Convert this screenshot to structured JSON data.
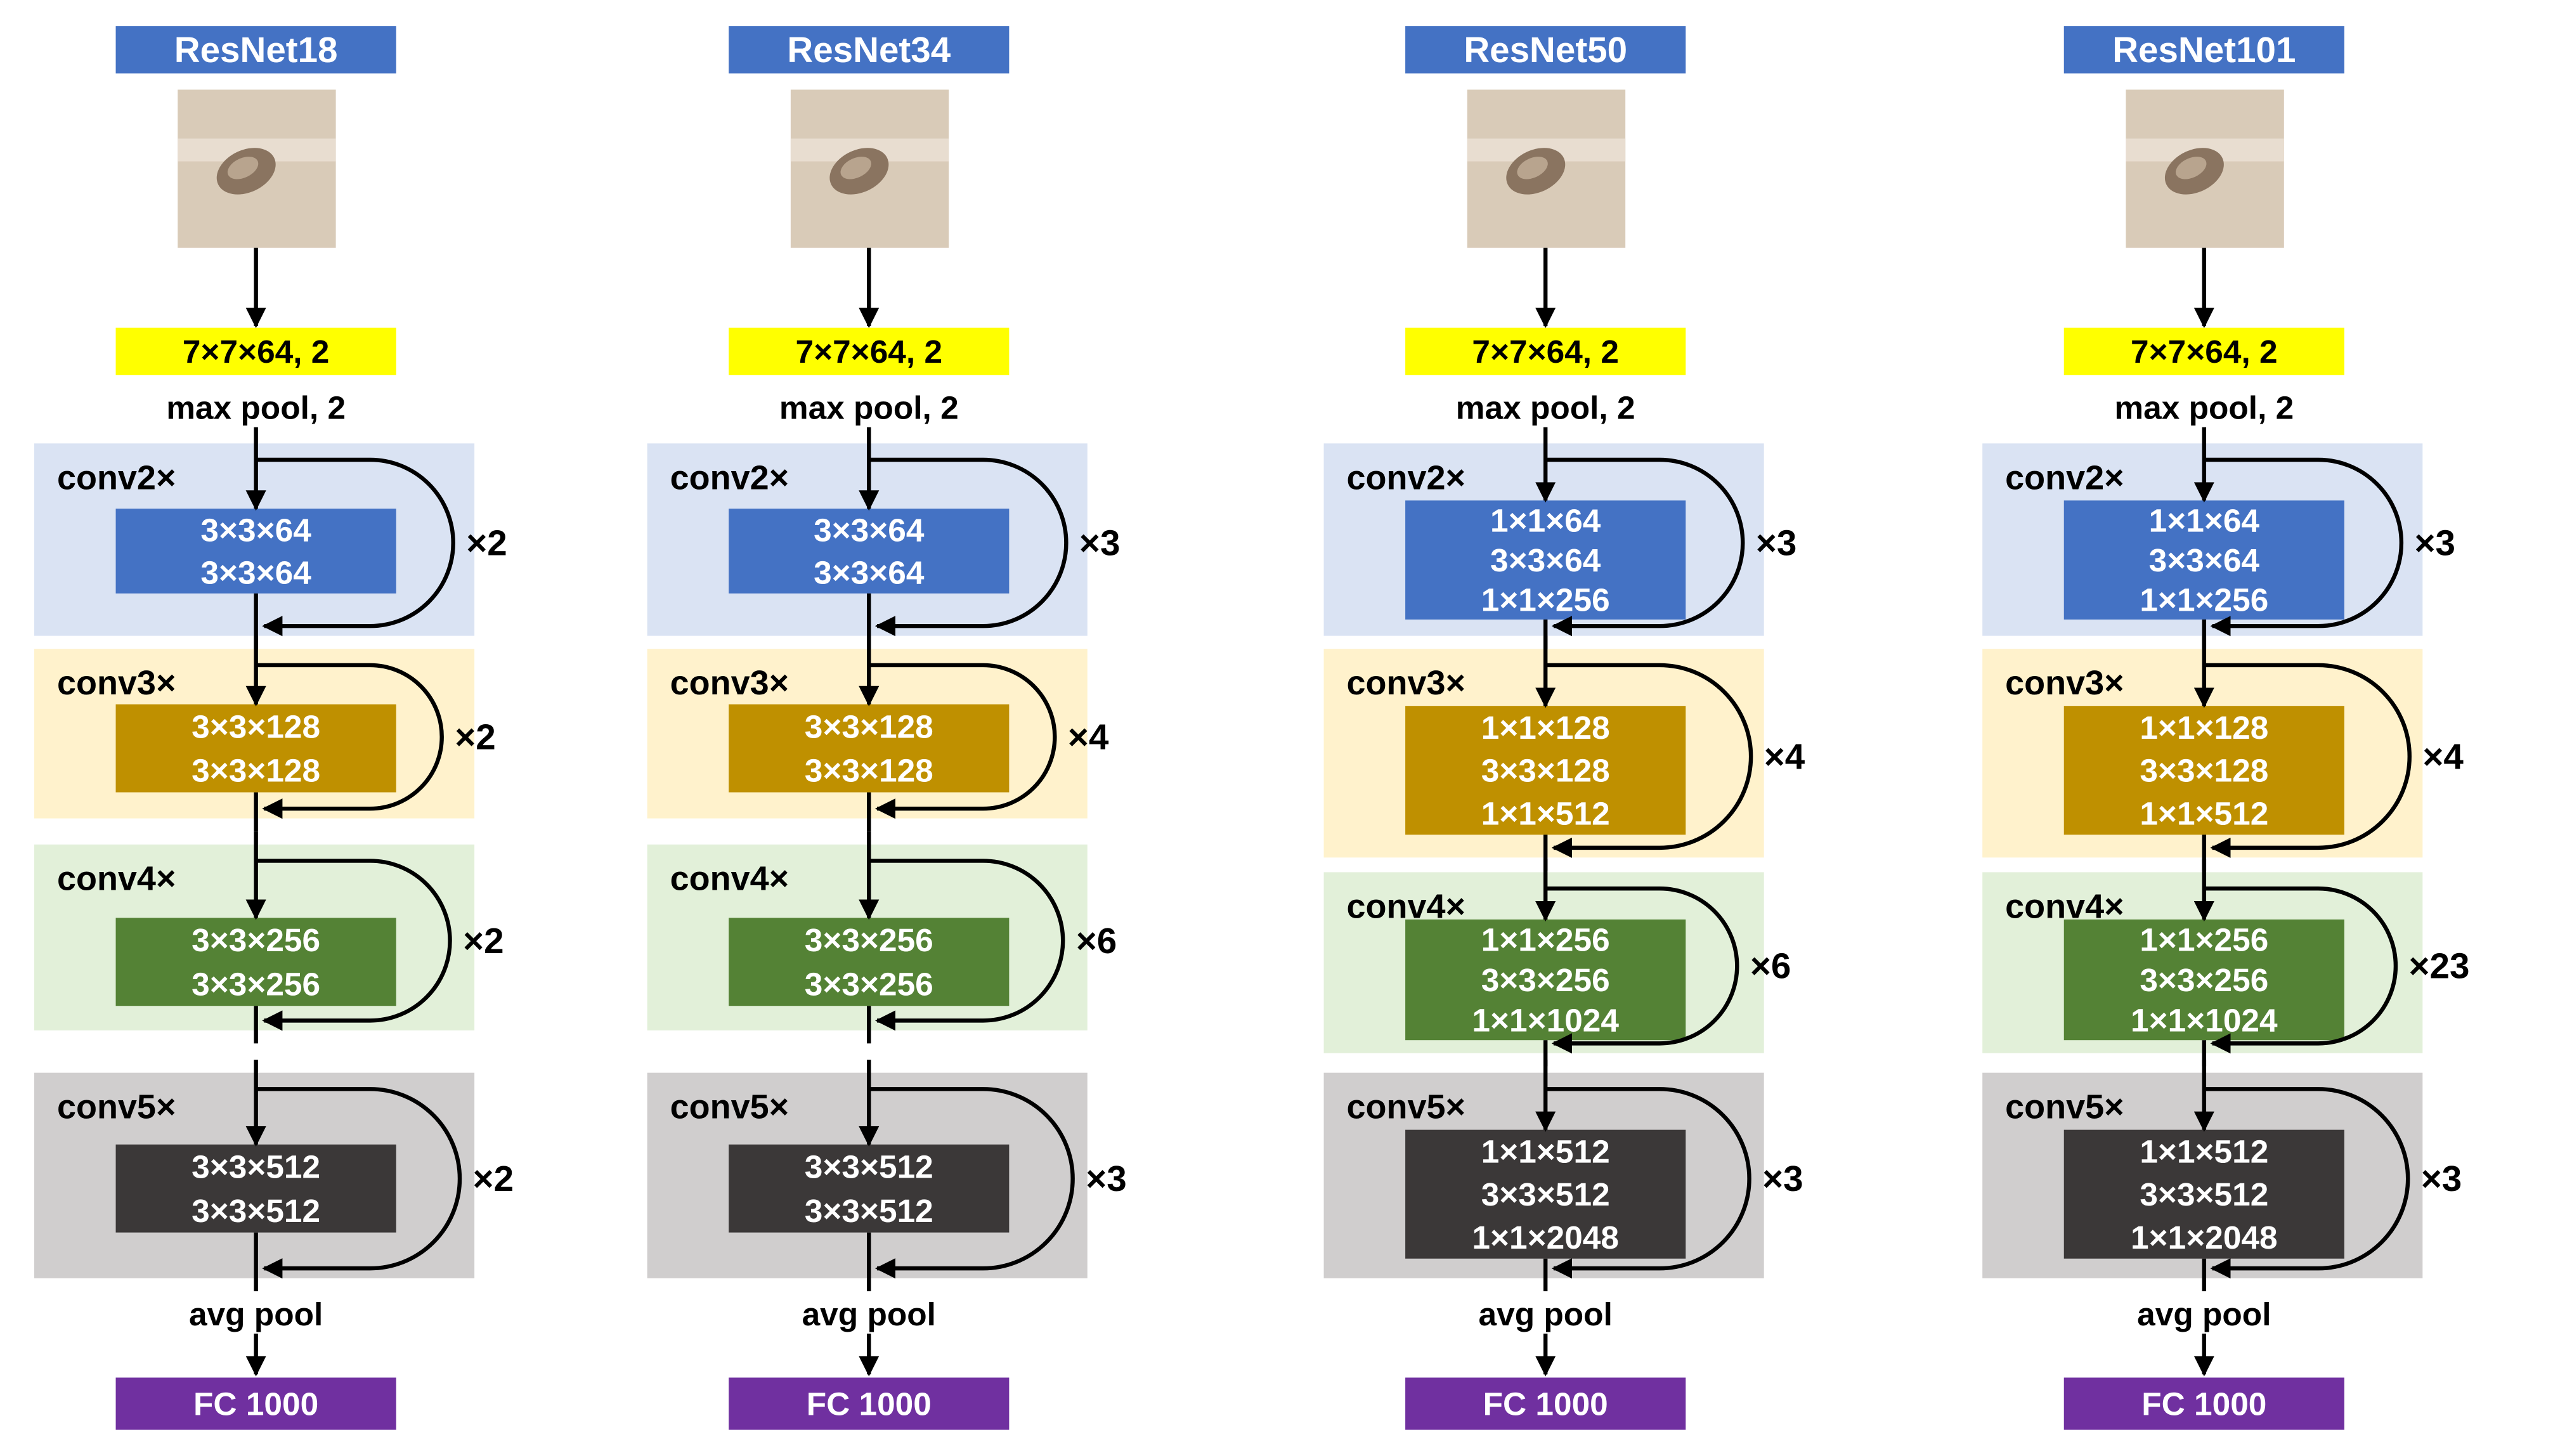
{
  "colors": {
    "title_bg": "#4472C4",
    "stem_bg": "#FFFF00",
    "fc_bg": "#7030A0",
    "conv2_panel": "#DAE3F3",
    "conv2_block": "#4472C4",
    "conv3_panel": "#FFF2CC",
    "conv3_block": "#BF9000",
    "conv4_panel": "#E2F0D9",
    "conv4_block": "#548235",
    "conv5_panel": "#D0CECE",
    "conv5_block": "#3B3838",
    "arrow": "#000000"
  },
  "networks": [
    {
      "title": "ResNet18",
      "stem": "7×7×64, 2",
      "pool": "max pool, 2",
      "stages": [
        {
          "label": "conv2×",
          "layers": [
            "3×3×64",
            "3×3×64"
          ],
          "repeat": "×2"
        },
        {
          "label": "conv3×",
          "layers": [
            "3×3×128",
            "3×3×128"
          ],
          "repeat": "×2"
        },
        {
          "label": "conv4×",
          "layers": [
            "3×3×256",
            "3×3×256"
          ],
          "repeat": "×2"
        },
        {
          "label": "conv5×",
          "layers": [
            "3×3×512",
            "3×3×512"
          ],
          "repeat": "×2"
        }
      ],
      "avgpool": "avg pool",
      "fc": "FC 1000"
    },
    {
      "title": "ResNet34",
      "stem": "7×7×64, 2",
      "pool": "max pool, 2",
      "stages": [
        {
          "label": "conv2×",
          "layers": [
            "3×3×64",
            "3×3×64"
          ],
          "repeat": "×3"
        },
        {
          "label": "conv3×",
          "layers": [
            "3×3×128",
            "3×3×128"
          ],
          "repeat": "×4"
        },
        {
          "label": "conv4×",
          "layers": [
            "3×3×256",
            "3×3×256"
          ],
          "repeat": "×6"
        },
        {
          "label": "conv5×",
          "layers": [
            "3×3×512",
            "3×3×512"
          ],
          "repeat": "×3"
        }
      ],
      "avgpool": "avg pool",
      "fc": "FC 1000"
    },
    {
      "title": "ResNet50",
      "stem": "7×7×64, 2",
      "pool": "max pool, 2",
      "stages": [
        {
          "label": "conv2×",
          "layers": [
            "1×1×64",
            "3×3×64",
            "1×1×256"
          ],
          "repeat": "×3"
        },
        {
          "label": "conv3×",
          "layers": [
            "1×1×128",
            "3×3×128",
            "1×1×512"
          ],
          "repeat": "×4"
        },
        {
          "label": "conv4×",
          "layers": [
            "1×1×256",
            "3×3×256",
            "1×1×1024"
          ],
          "repeat": "×6"
        },
        {
          "label": "conv5×",
          "layers": [
            "1×1×512",
            "3×3×512",
            "1×1×2048"
          ],
          "repeat": "×3"
        }
      ],
      "avgpool": "avg pool",
      "fc": "FC 1000"
    },
    {
      "title": "ResNet101",
      "stem": "7×7×64, 2",
      "pool": "max pool, 2",
      "stages": [
        {
          "label": "conv2×",
          "layers": [
            "1×1×64",
            "3×3×64",
            "1×1×256"
          ],
          "repeat": "×3"
        },
        {
          "label": "conv3×",
          "layers": [
            "1×1×128",
            "3×3×128",
            "1×1×512"
          ],
          "repeat": "×4"
        },
        {
          "label": "conv4×",
          "layers": [
            "1×1×256",
            "3×3×256",
            "1×1×1024"
          ],
          "repeat": "×23"
        },
        {
          "label": "conv5×",
          "layers": [
            "1×1×512",
            "3×3×512",
            "1×1×2048"
          ],
          "repeat": "×3"
        }
      ],
      "avgpool": "avg pool",
      "fc": "FC 1000"
    }
  ]
}
